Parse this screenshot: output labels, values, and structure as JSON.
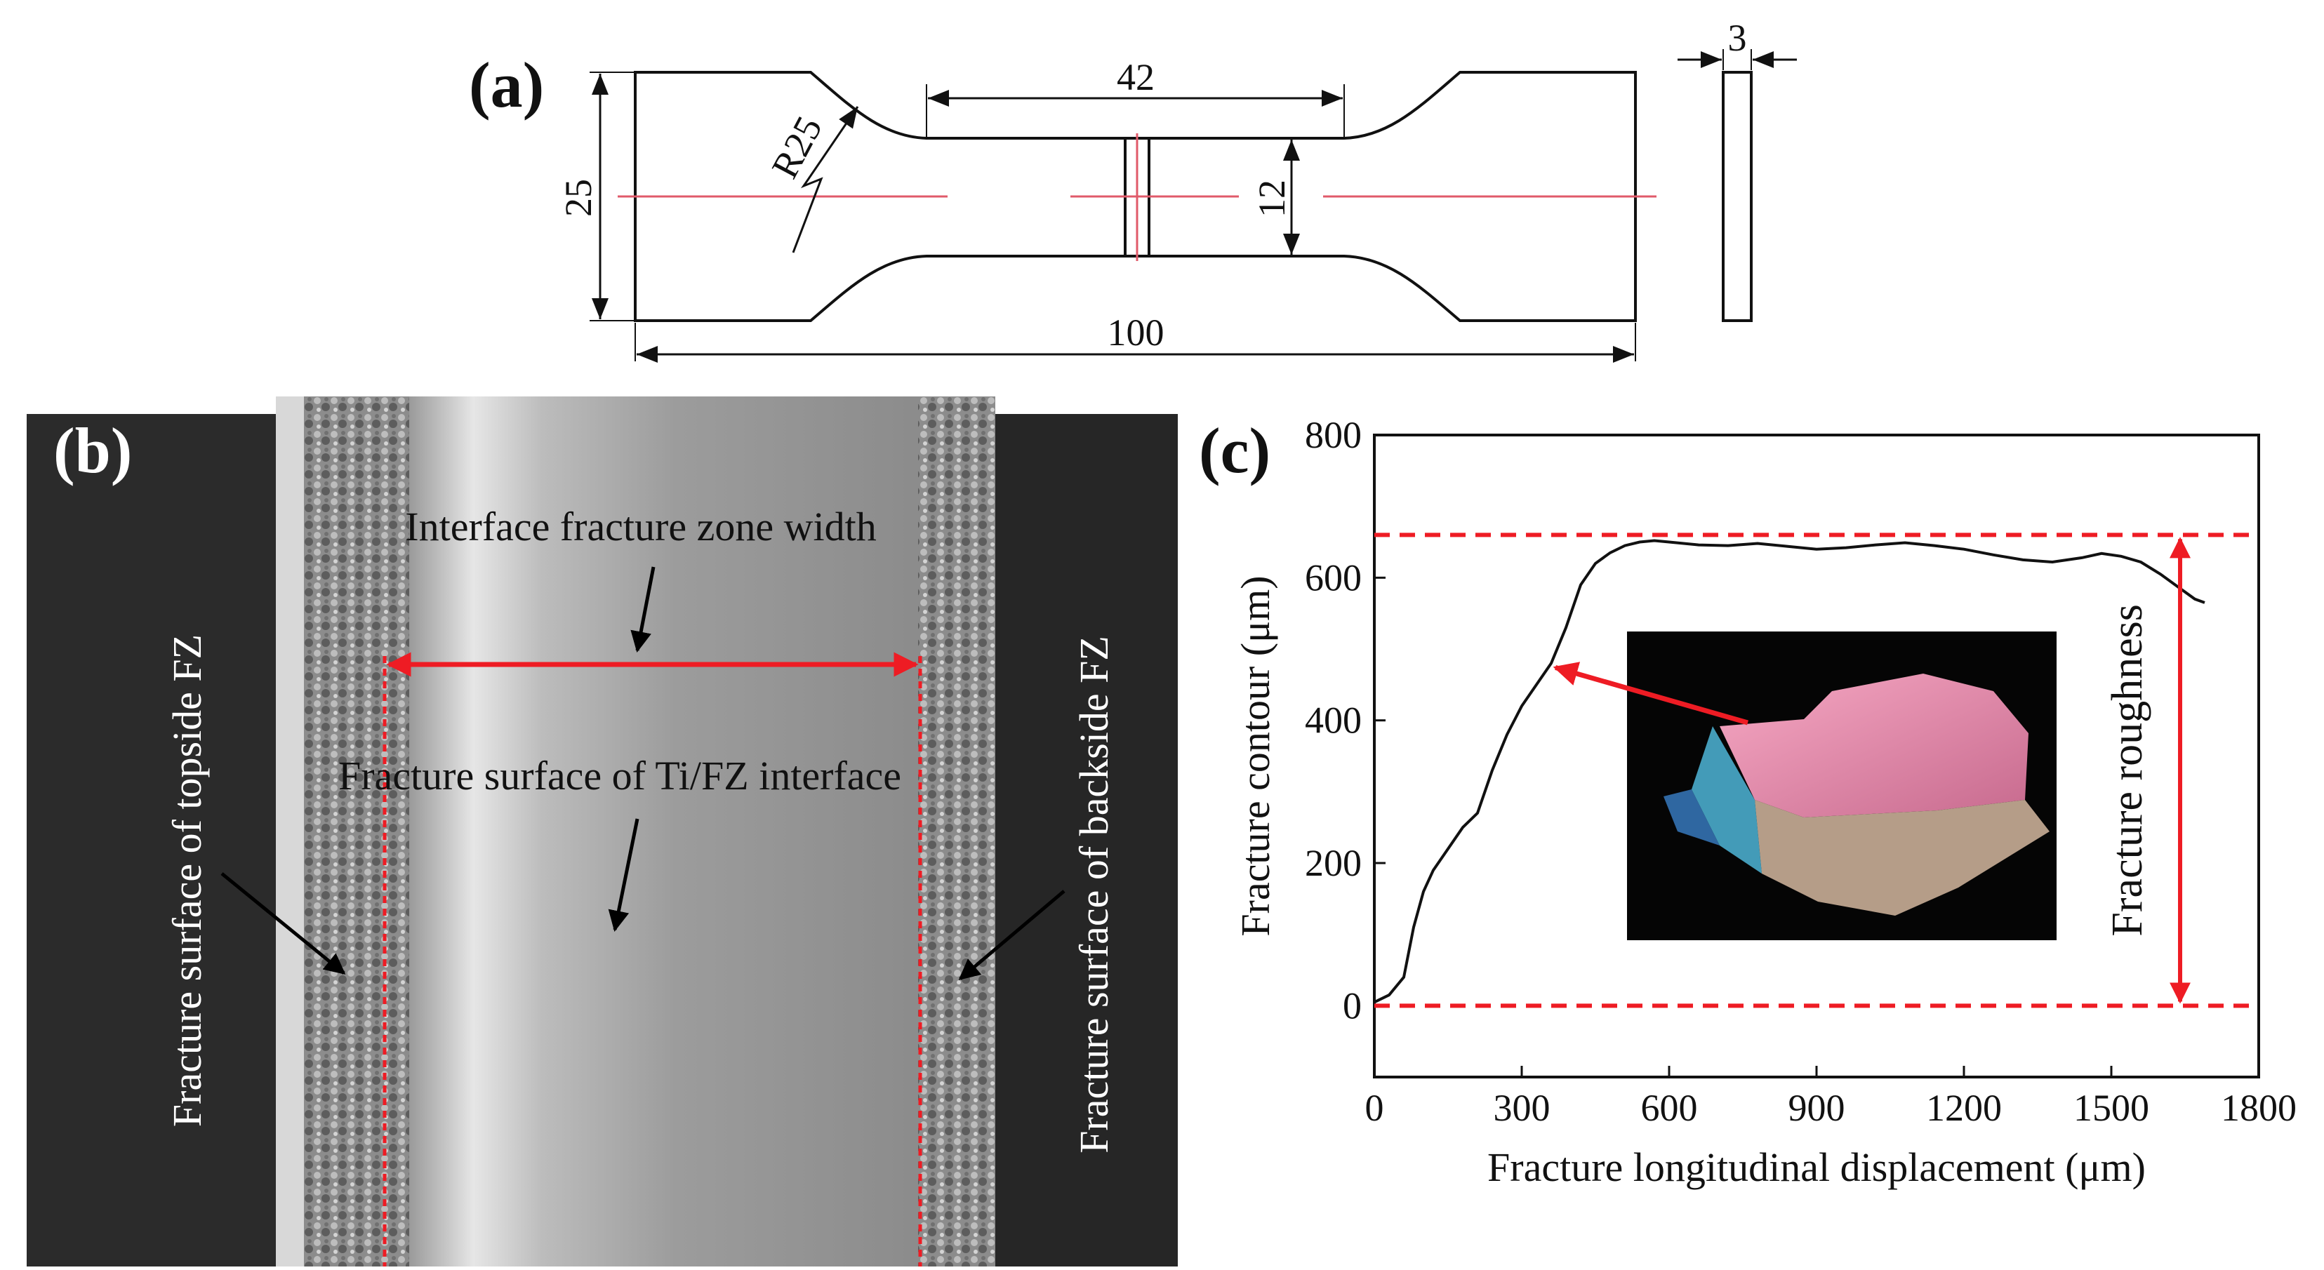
{
  "panel_a": {
    "label": "(a)",
    "dim_length": "100",
    "dim_height": "25",
    "dim_gauge_length": "42",
    "dim_gauge_width": "12",
    "dim_radius": "R25",
    "dim_thickness": "3"
  },
  "panel_b": {
    "label": "(b)",
    "annotations": {
      "zone_width": "Interface fracture zone width",
      "interface_surface": "Fracture surface of Ti/FZ interface",
      "topside": "Fracture surface of topside FZ",
      "backside": "Fracture surface of backside FZ"
    }
  },
  "panel_c": {
    "label": "(c)",
    "roughness_label": "Fracture roughness"
  },
  "colors": {
    "annotation_red": "#ee1c24",
    "line_black": "#111111",
    "center_line": "#e05a6a",
    "sem_dark": "#2b2b2b",
    "sem_mid": "#8e8e8e"
  },
  "chart_data": {
    "type": "line",
    "xlabel": "Fracture longitudinal displacement (μm)",
    "ylabel": "Fracture contour (μm)",
    "xlim": [
      0,
      1800
    ],
    "ylim": [
      -100,
      800
    ],
    "xticks": [
      "0",
      "300",
      "600",
      "900",
      "1200",
      "1500",
      "1800"
    ],
    "yticks": [
      "0",
      "200",
      "400",
      "600",
      "800"
    ],
    "reference_lines_y": [
      0,
      660
    ],
    "series": [
      {
        "x": [
          0,
          30,
          60,
          80,
          100,
          120,
          150,
          180,
          210,
          240,
          270,
          300,
          330,
          360,
          390,
          420,
          450,
          480,
          510,
          540,
          570,
          600,
          660,
          720,
          780,
          840,
          900,
          960,
          1020,
          1080,
          1140,
          1200,
          1260,
          1320,
          1380,
          1440,
          1480,
          1520,
          1560,
          1600,
          1640,
          1670,
          1690
        ],
        "y": [
          5,
          15,
          40,
          110,
          160,
          190,
          220,
          250,
          270,
          330,
          380,
          420,
          450,
          480,
          530,
          590,
          620,
          635,
          645,
          650,
          652,
          650,
          646,
          645,
          648,
          644,
          640,
          642,
          646,
          649,
          645,
          640,
          632,
          625,
          622,
          628,
          634,
          630,
          622,
          605,
          585,
          570,
          565
        ]
      }
    ]
  }
}
